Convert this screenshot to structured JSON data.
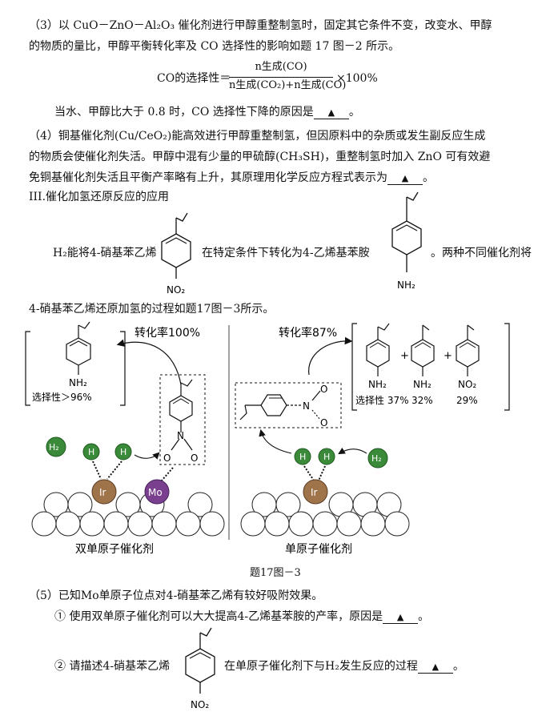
{
  "p3": {
    "line1": "（3）以 CuO－ZnO－Al₂O₃ 催化剂进行甲醇重整制氢时，固定其它条件不变，改变水、甲醇",
    "line2": "的物质的量比，甲醇平衡转化率及 CO 选择性的影响如题 17 图－2 所示。",
    "formula_left": "CO的选择性＝",
    "formula_num": "n生成(CO)",
    "formula_den": "n生成(CO₂)+n生成(CO)",
    "formula_right": "×100%",
    "question": "当水、甲醇比大于 0.8 时，CO 选择性下降的原因是",
    "question_end": "。"
  },
  "p4": {
    "line1": "（4）铜基催化剂(Cu/CeO₂)能高效进行甲醇重整制氢，但因原料中的杂质或发生副反应生成",
    "line2": "的物质会使催化剂失活。甲醇中混有少量的甲硫醇(CH₃SH)，重整制氢时加入 ZnO 可有效避",
    "line3": "免铜基催化剂失活且平衡产率略有上升，其原理用化学反应方程式表示为",
    "line3_end": "。"
  },
  "section3": {
    "heading": "III.催化加氢还原反应的应用"
  },
  "intro": {
    "part1": "H₂能将4-硝基苯乙烯",
    "part2": "在特定条件下转化为4-乙烯基苯胺",
    "part3": "。两种不同催化剂将",
    "line2": "4-硝基苯乙烯还原加氢的过程如题17图－3所示。",
    "no2": "NO₂",
    "nh2": "NH₂"
  },
  "figure": {
    "left_conversion": "转化率100%",
    "left_product_sub": "NH₂",
    "left_selectivity": "选择性＞96%",
    "left_no": "N",
    "left_o1": "O",
    "left_o2": "O",
    "left_h2": "H₂",
    "left_h_a": "H",
    "left_h_b": "H",
    "left_ir": "Ir",
    "left_mo": "Mo",
    "left_label": "双单原子催化剂",
    "right_conversion": "转化率87%",
    "right_p1_sub": "NH₂",
    "right_p2_sub": "NH₂",
    "right_p3_sub": "NO₂",
    "right_plus": "+",
    "right_sel1": "选择性 37%",
    "right_sel2": "32%",
    "right_sel3": "29%",
    "right_n": "N",
    "right_o1": "O",
    "right_o2": "O",
    "right_h_a": "H",
    "right_h_b": "H",
    "right_h2": "H₂",
    "right_ir": "Ir",
    "right_label": "单原子催化剂",
    "caption": "题17图－3"
  },
  "p5": {
    "line1": "（5）已知Mo单原子位点对4-硝基苯乙烯有较好吸附效果。",
    "q1": "① 使用双单原子催化剂可以大大提高4-乙烯基苯胺的产率，原因是",
    "q1_end": "。",
    "q2_a": "② 请描述4-硝基苯乙烯",
    "q2_b": "在单原子催化剂下与H₂发生反应的过程",
    "q2_end": "。",
    "no2": "NO₂"
  },
  "blank_mark": "▲",
  "colors": {
    "h_green": "#3a8a3a",
    "ir_brown": "#a0744a",
    "mo_purple": "#7b3f8f"
  }
}
